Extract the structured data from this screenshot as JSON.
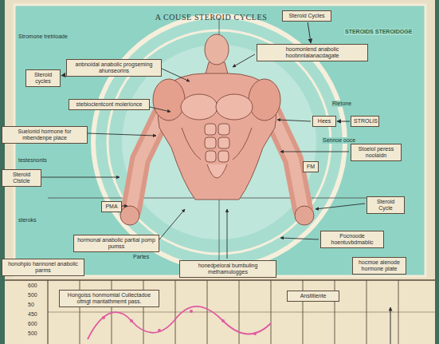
{
  "diagram": {
    "title": "A COUSE STEROID CYCLES",
    "nodes": [
      {
        "text": [
          "Steroid Cycles"
        ]
      },
      {
        "text": [
          "hoomonlend anabolic hoobnnlaianacdagate"
        ]
      },
      {
        "text": [
          "Steroid cycles"
        ]
      },
      {
        "text": [
          "anbnoidal anabolic progseming ahunseorins"
        ]
      },
      {
        "text": [
          "stebioclentcont molerlonce"
        ]
      },
      {
        "text": [
          "Hees"
        ]
      },
      {
        "text": [
          "STROLIS"
        ]
      },
      {
        "text": [
          "Suelonid hormone for mbendenpe place"
        ]
      },
      {
        "text": [
          "Stoeiol peress noolaidn"
        ]
      },
      {
        "text": [
          "FM"
        ]
      },
      {
        "text": [
          "Steroid Ctstcle"
        ]
      },
      {
        "text": [
          "PMA"
        ]
      },
      {
        "text": [
          "Steroid Cycle"
        ]
      },
      {
        "text": [
          "hormonal anabolic partial pomp pumss"
        ]
      },
      {
        "text": [
          "Pocnoode hoentuvbdmabiic"
        ]
      },
      {
        "text": [
          "hocmoe alenode hormone plate"
        ]
      },
      {
        "text": [
          "honohpio hannonel anabolic parms"
        ]
      },
      {
        "text": [
          "honedpeloral bumbuling methamulogges"
        ]
      },
      {
        "text": [
          "Hongoiss honmomial Cullectadoe ofmgt mantathmemt pass."
        ]
      },
      {
        "text": [
          "Anstitiente"
        ]
      }
    ],
    "edges": [
      {
        "from": 3,
        "to": 2,
        "arrow": "to"
      },
      {
        "from": 6,
        "to": 5,
        "arrow": "to"
      },
      {
        "from": 0,
        "to": 1,
        "arrow": "to"
      }
    ],
    "labels": [
      "Stromone tretrioade",
      "STEROIDS STEROIDOGE",
      "Rietone",
      "Sennoe ooce",
      "testesnonts",
      "Partes",
      "steroks",
      "600",
      "500",
      "50",
      "450",
      "600",
      "500"
    ]
  }
}
